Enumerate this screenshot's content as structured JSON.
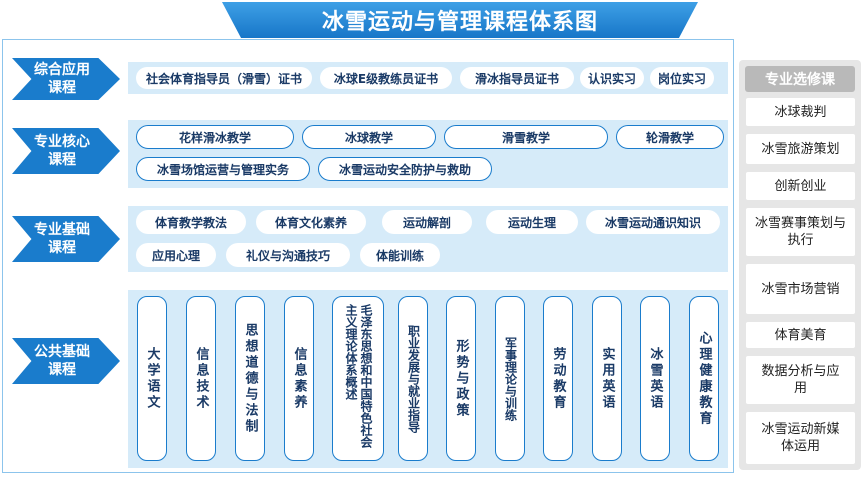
{
  "title": "冰雪运动与管理课程体系图",
  "rows": {
    "comprehensive": {
      "label": "综合应用课程",
      "items": [
        "社会体育指导员（滑雪）证书",
        "冰球E级教练员证书",
        "滑冰指导员证书",
        "认识实习",
        "岗位实习"
      ]
    },
    "core": {
      "label": "专业核心课程",
      "items": [
        "花样滑冰教学",
        "冰球教学",
        "滑雪教学",
        "轮滑教学",
        "冰雪场馆运营与管理实务",
        "冰雪运动安全防护与救助"
      ]
    },
    "foundation": {
      "label": "专业基础课程",
      "items": [
        "体育教学教法",
        "体育文化素养",
        "运动解剖",
        "运动生理",
        "冰雪运动通识知识",
        "应用心理",
        "礼仪与沟通技巧",
        "体能训练"
      ]
    },
    "public": {
      "label": "公共基础课程",
      "items": [
        "大学语文",
        "信息技术",
        "思想道德与法制",
        "信息素养",
        "毛泽东思想和中国特色社会主义理论体系概述",
        "职业发展与就业指导",
        "形势与政策",
        "军事理论与训练",
        "劳动教育",
        "实用英语",
        "冰雪英语",
        "心理健康教育"
      ]
    }
  },
  "electives": {
    "header": "专业选修课",
    "items": [
      "冰球裁判",
      "冰雪旅游策划",
      "创新创业",
      "冰雪赛事策划与执行",
      "冰雪市场营销",
      "体育美育",
      "数据分析与应用",
      "冰雪运动新媒体运用"
    ]
  },
  "colors": {
    "accent": "#1a7ccc",
    "panel": "#d6ebf9",
    "elective_bg": "#e6e6e6",
    "elective_header": "#b9b9b9"
  }
}
